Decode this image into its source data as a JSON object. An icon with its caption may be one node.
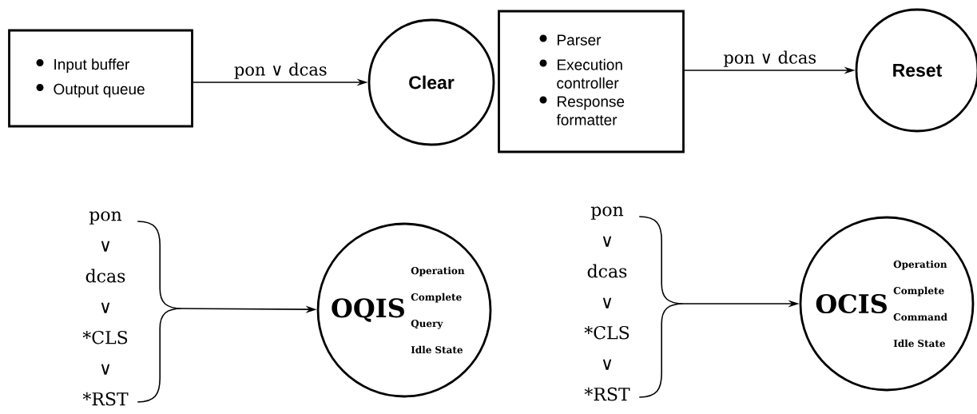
{
  "diagram": {
    "nodes": [
      {
        "text": [
          "Input buffer",
          "Output queue"
        ]
      },
      {
        "text": [
          "Clear"
        ]
      },
      {
        "text": [
          "Parser",
          "Execution controller",
          "Response formatter"
        ]
      },
      {
        "text": [
          "Reset"
        ]
      },
      {
        "text": [
          "pon",
          "∨",
          "dcas",
          "∨",
          "*CLS",
          "∨",
          "*RST"
        ]
      },
      {
        "text": [
          "OQIS",
          "Operation Complete Query Idle State"
        ]
      },
      {
        "text": [
          "pon",
          "∨",
          "dcas",
          "∨",
          "*CLS",
          "∨",
          "*RST"
        ]
      },
      {
        "text": [
          "OCIS",
          "Operation Complete Command Idle State"
        ]
      }
    ],
    "edges": [
      {
        "from": 0,
        "to": 1,
        "arrow": "to",
        "label": "pon ∨ dcas"
      },
      {
        "from": 2,
        "to": 3,
        "arrow": "to",
        "label": "pon ∨ dcas"
      },
      {
        "from": 4,
        "to": 5,
        "arrow": "to"
      },
      {
        "from": 6,
        "to": 7,
        "arrow": "to"
      }
    ]
  }
}
